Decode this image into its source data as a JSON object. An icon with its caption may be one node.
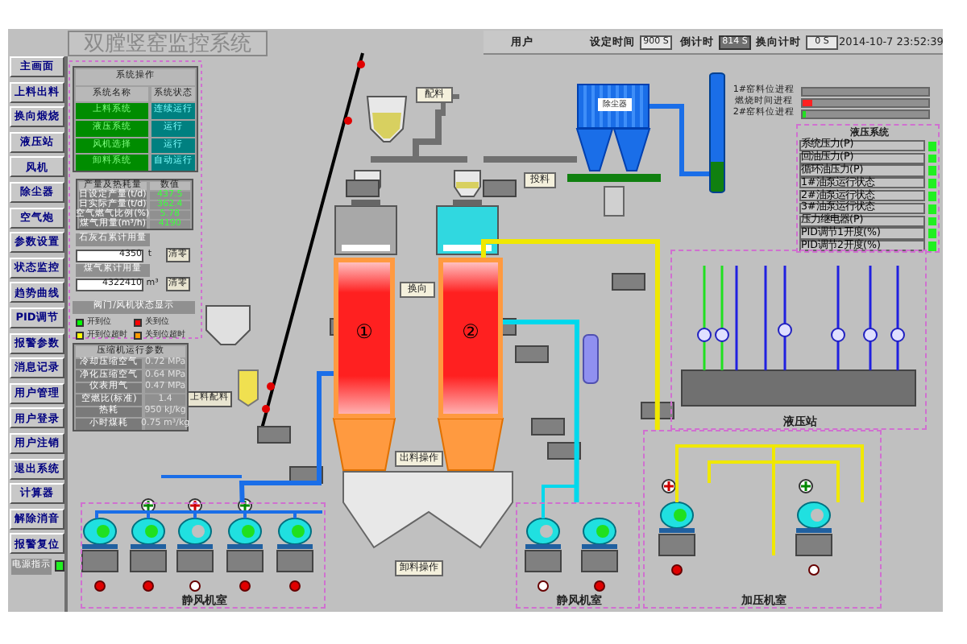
{
  "diagram": {
    "title": "双膛竖窑监控系统",
    "nodes": [
      {
        "text": [
          "系统操作",
          "系统名称",
          "系统状态",
          "上料系统",
          "连续运行",
          "液压系统",
          "运行",
          "风机选择",
          "运行",
          "卸料系统",
          "自动运行"
        ]
      },
      {
        "text": [
          "产量及热耗量",
          "数值",
          "日设定产量(t/d)",
          "437.5",
          "日实际产量(t/d)",
          "362.4",
          "空气燃气比例(%)",
          "5.78",
          "煤气用量(m³/h)",
          "4190"
        ]
      },
      {
        "text": [
          "压缩机运行参数",
          "冷却压缩空气",
          "0.72 MPa",
          "净化压缩空气",
          "0.64 MPa",
          "仪表用气",
          "0.47 MPa",
          "空燃比(标准)",
          "1.4",
          "热耗",
          "950 kJ/kg",
          "小时煤耗",
          "0.75 m³/kg"
        ]
      },
      {
        "text": [
          "配料"
        ]
      },
      {
        "text": [
          "投料"
        ]
      },
      {
        "text": [
          "①"
        ]
      },
      {
        "text": [
          "②"
        ]
      },
      {
        "text": [
          "换向"
        ]
      },
      {
        "text": [
          "出料操作"
        ]
      },
      {
        "text": [
          "卸料操作"
        ]
      },
      {
        "text": [
          "除尘器"
        ]
      },
      {
        "text": [],
        "shape": "cylinder"
      },
      {
        "text": [
          "液压系统",
          "系统压力(P)",
          "回油压力(P)",
          "循环油压力(P)",
          "1#油泵运行状态",
          "2#油泵运行状态",
          "3#油泵运行状态",
          "压力继电器(P)",
          "PID调节1开度(%)",
          "PID调节2开度(%)"
        ]
      },
      {
        "text": [
          "液压站"
        ]
      },
      {
        "text": [
          "静风机室"
        ]
      },
      {
        "text": [
          "静风机室"
        ]
      },
      {
        "text": [
          "加压机室"
        ]
      }
    ],
    "edges": [
      {
        "from": 14,
        "to": 5,
        "arrow": "none",
        "color": "#1a6ee8"
      },
      {
        "from": 15,
        "to": 6,
        "arrow": "none",
        "color": "#00d8ec"
      },
      {
        "from": 16,
        "to": 6,
        "arrow": "none",
        "color": "#f0e800"
      },
      {
        "from": 10,
        "to": 11,
        "arrow": "none",
        "color": "#1a6ee8"
      }
    ],
    "labels": [
      "用户",
      "设定时间",
      "900 S",
      "倒计时",
      "814 S",
      "换向计时",
      "0 S",
      "2014-10-7 23:52:39",
      "主画面",
      "上料出料",
      "换向煅烧",
      "液压站",
      "风机",
      "除尘器",
      "空气炮",
      "参数设置",
      "状态监控",
      "趋势曲线",
      "PID调节",
      "报警参数",
      "消息记录",
      "用户管理",
      "用户登录",
      "用户注销",
      "退出系统",
      "计算器",
      "解除消音",
      "报警复位",
      "电源指示",
      "石灰石累计用量",
      "4350",
      "t",
      "清零",
      "煤气累计用量",
      "4322410",
      "m³",
      "清零",
      "阀门/风机状态显示",
      "上料配料",
      "1#窑料位进程",
      "燃烧时间进程",
      "2#窑料位进程"
    ],
    "legend": [
      {
        "text": "开到位",
        "color": "#00ff00"
      },
      {
        "text": "关到位",
        "color": "#ff0000"
      },
      {
        "text": "开到位超时",
        "color": "#ffff00"
      },
      {
        "text": "关到位超时",
        "color": "#ff9900"
      }
    ]
  }
}
